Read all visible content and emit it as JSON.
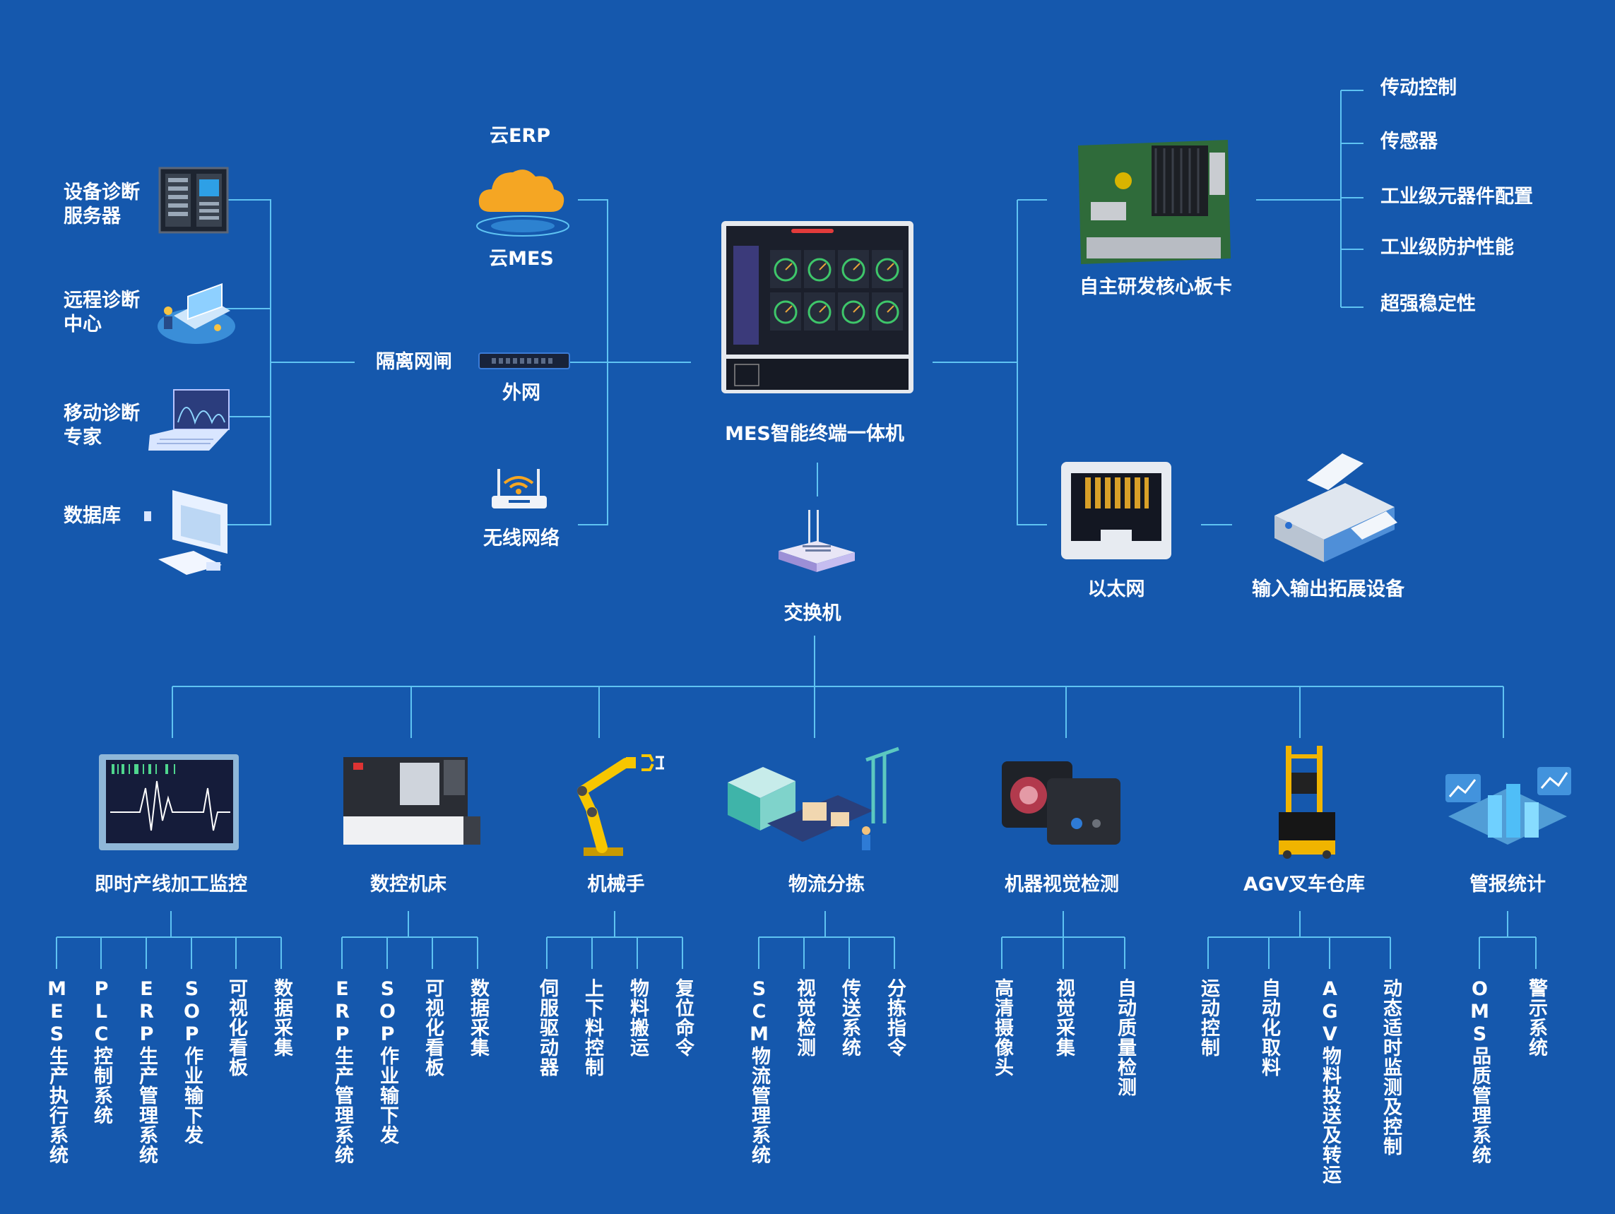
{
  "colors": {
    "background": "#1558ad",
    "line": "#5fc3f2",
    "text": "#ffffff"
  },
  "left_column": {
    "items": [
      {
        "line1": "设备诊断",
        "line2": "服务器",
        "icon": "server-rack-icon"
      },
      {
        "line1": "远程诊断",
        "line2": "中心",
        "icon": "remote-center-icon"
      },
      {
        "line1": "移动诊断",
        "line2": "专家",
        "icon": "laptop-icon"
      },
      {
        "line1": "数据库",
        "line2": "",
        "icon": "database-computer-icon"
      }
    ],
    "gateway": "隔离网闸"
  },
  "network_column": {
    "cloud_top": "云ERP",
    "cloud_bottom": "云MES",
    "external": "外网",
    "wireless": "无线网络"
  },
  "center": {
    "terminal": "MES智能终端一体机",
    "switch": "交换机"
  },
  "right_column": {
    "board": "自主研发核心板卡",
    "features": [
      "传动控制",
      "传感器",
      "工业级元器件配置",
      "工业级防护性能",
      "超强稳定性"
    ],
    "ethernet": "以太网",
    "io_device": "输入输出拓展设备"
  },
  "modules": [
    {
      "name": "即时产线加工监控",
      "icon": "monitor-waveform-icon",
      "subs": [
        "MES生产执行系统",
        "PLC控制系统",
        "ERP生产管理系统",
        "SOP作业输下发",
        "可视化看板",
        "数据采集"
      ]
    },
    {
      "name": "数控机床",
      "icon": "cnc-machine-icon",
      "subs": [
        "ERP生产管理系统",
        "SOP作业输下发",
        "可视化看板",
        "数据采集"
      ]
    },
    {
      "name": "机械手",
      "icon": "robot-arm-icon",
      "subs": [
        "伺服驱动器",
        "上下料控制",
        "物料搬运",
        "复位命令"
      ]
    },
    {
      "name": "物流分拣",
      "icon": "logistics-icon",
      "subs": [
        "SCM物流管理系统",
        "视觉检测",
        "传送系统",
        "分拣指令"
      ]
    },
    {
      "name": "机器视觉检测",
      "icon": "camera-icon",
      "subs": [
        "高清摄像头",
        "视觉采集",
        "自动质量检测"
      ]
    },
    {
      "name": "AGV叉车仓库",
      "icon": "agv-forklift-icon",
      "subs": [
        "运动控制",
        "自动化取料",
        "AGV物料投送及转运",
        "动态适时监测及控制"
      ]
    },
    {
      "name": "管报统计",
      "icon": "statistics-icon",
      "subs": [
        "OMS品质管理系统",
        "警示系统"
      ]
    }
  ]
}
